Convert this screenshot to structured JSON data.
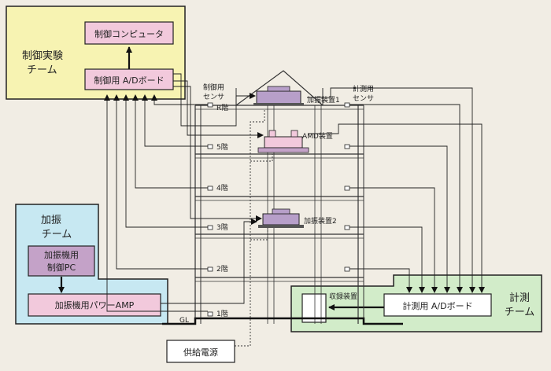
{
  "teams": {
    "control": {
      "title_lines": [
        "制御実験",
        "チーム"
      ],
      "computer": "制御コンピュータ",
      "ad_board": "制御用 A/Dボード",
      "colors": {
        "panel": "#f7f3b2",
        "box": "#f2c9dc"
      }
    },
    "excitation": {
      "title_lines": [
        "加振",
        "チーム"
      ],
      "pc_lines": [
        "加振機用",
        "制御PC"
      ],
      "amp": "加振機用パワーAMP",
      "colors": {
        "panel": "#c7e8f2",
        "pc": "#c4a2c8",
        "amp": "#f2c9dc"
      }
    },
    "measurement": {
      "title_lines": [
        "計測",
        "チーム"
      ],
      "ad_board": "計測用 A/Dボード",
      "recorder": "収録装置",
      "colors": {
        "panel": "#d2ecc9"
      }
    }
  },
  "building": {
    "floors": [
      "R階",
      "5階",
      "4階",
      "3階",
      "2階",
      "1階"
    ],
    "ground": "GL",
    "control_sensor_lines": [
      "制御用",
      "センサ"
    ],
    "measure_sensor_lines": [
      "計測用",
      "センサ"
    ],
    "devices": [
      "加振装置1",
      "AMD装置",
      "加振装置2"
    ]
  },
  "power_supply": "供給電源"
}
